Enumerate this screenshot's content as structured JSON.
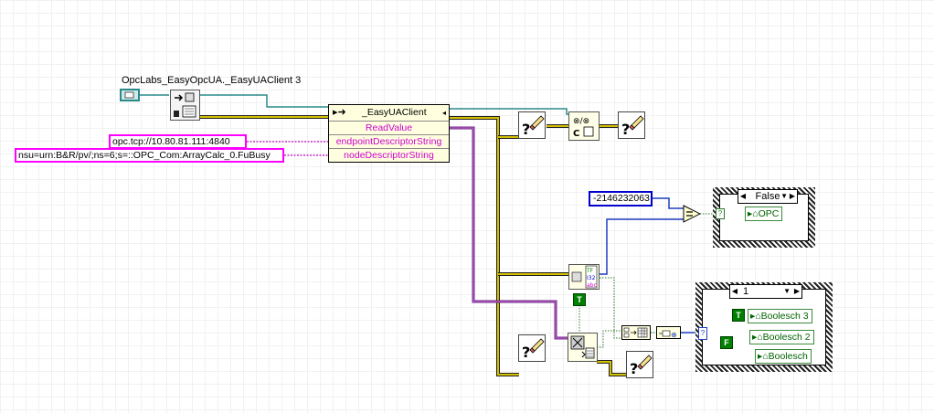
{
  "client_label": "OpcLabs_EasyOpcUA._EasyUAClient 3",
  "invoke_node": {
    "class_name": "_EasyUAClient",
    "method": "ReadValue",
    "params": [
      "endpointDescriptorString",
      "nodeDescriptorString"
    ]
  },
  "constants": {
    "endpoint": "opc.tcp://10.80.81.111:4840",
    "node": "nsu=urn:B&R/pv/;ns=6;s=::OPC_Com:ArrayCalc_0.FuBusy",
    "number": "-2146232063",
    "true_const": "T",
    "false_const": "F"
  },
  "case_top": {
    "selector": "False",
    "local": "OPC"
  },
  "case_bottom": {
    "selector": "1",
    "locals": [
      "Boolesch 3",
      "Boolesch 2",
      "Boolesch"
    ]
  },
  "glyphs": {
    "question": "?",
    "type_tf": "TF",
    "type_num": "I32",
    "type_str": "abc",
    "c_label": "C"
  },
  "icons": [
    "error-icon",
    "clear-errors-icon",
    "variant-to-data-icon",
    "equal-icon",
    "build-array-icon",
    "case-structure-icon"
  ],
  "wire_colors": {
    "refnum": "#2a8a8a",
    "error": "#c8b400",
    "string": "#cc33cc",
    "numeric": "#1f3fbf",
    "boolean": "#2d7a2d",
    "variant": "#5a2e0f"
  }
}
